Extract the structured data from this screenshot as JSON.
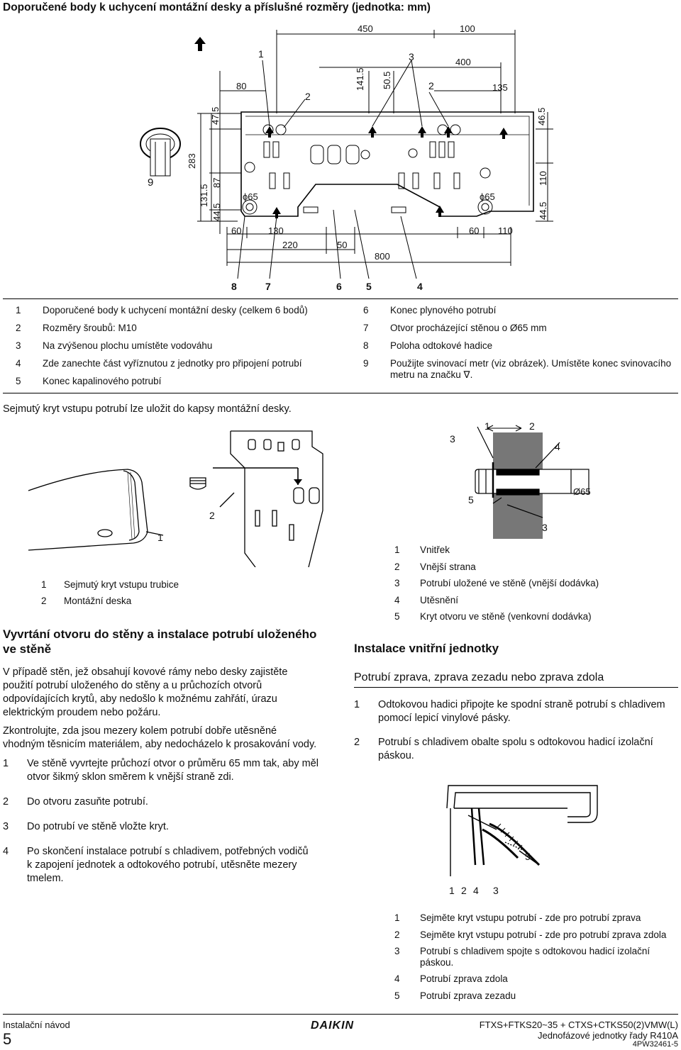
{
  "title": "Doporučené body k uchycení montážní desky a příslušné rozměry (jednotka: mm)",
  "diagram1": {
    "dims_top": [
      "450",
      "100",
      "400",
      "80",
      "141.5",
      "50.5",
      "135",
      "47.5",
      "46.5",
      "283",
      "131.5",
      "87",
      "44.5",
      "110",
      "44.5",
      "60",
      "130",
      "60",
      "110",
      "220",
      "50",
      "800"
    ],
    "phi_left": "ϕ65",
    "phi_right": "ϕ65",
    "callouts_top": [
      "1",
      "2",
      "3",
      "2"
    ],
    "callouts_bottom": [
      "8",
      "7",
      "6",
      "5",
      "4"
    ],
    "label_9": "9"
  },
  "legend1_left": [
    {
      "n": "1",
      "t": "Doporučené body k uchycení montážní desky (celkem 6 bodů)"
    },
    {
      "n": "2",
      "t": "Rozměry šroubů: M10"
    },
    {
      "n": "3",
      "t": "Na zvýšenou plochu umístěte vodováhu"
    },
    {
      "n": "4",
      "t": "Zde zanechte část vyříznutou z jednotky pro připojení potrubí"
    },
    {
      "n": "5",
      "t": "Konec kapalinového potrubí"
    }
  ],
  "legend1_right": [
    {
      "n": "6",
      "t": "Konec plynového potrubí"
    },
    {
      "n": "7",
      "t": "Otvor procházející stěnou o Ø65 mm"
    },
    {
      "n": "8",
      "t": "Poloha odtokové hadice"
    },
    {
      "n": "9",
      "t": "Použijte svinovací metr (viz obrázek). Umístěte konec svinovacího"
    },
    {
      "n": "",
      "t": "metru na značku ∇."
    }
  ],
  "note_cover": "Sejmutý kryt vstupu potrubí lze uložit do kapsy montážní desky.",
  "diagram2": {
    "callout1": "1",
    "callout2": "2"
  },
  "legend2": [
    {
      "n": "1",
      "t": "Sejmutý kryt vstupu trubice"
    },
    {
      "n": "2",
      "t": "Montážní deska"
    }
  ],
  "diagram3": {
    "c1": "1",
    "c2": "2",
    "c3a": "3",
    "c3b": "3",
    "c4": "4",
    "c5": "5",
    "phi": "Ø65"
  },
  "legend3": [
    {
      "n": "1",
      "t": "Vnitřek"
    },
    {
      "n": "2",
      "t": "Vnější strana"
    },
    {
      "n": "3",
      "t": "Potrubí uložené ve stěně (vnější dodávka)"
    },
    {
      "n": "4",
      "t": "Utěsnění"
    },
    {
      "n": "5",
      "t": "Kryt otvoru ve stěně (venkovní dodávka)"
    }
  ],
  "section_drill": {
    "heading_line1": "Vyvrtání otvoru do stěny a instalace potrubí uloženého",
    "heading_line2": "ve stěně",
    "para1_lines": [
      "V případě stěn, jež obsahují kovové rámy nebo desky zajistěte",
      "použití potrubí uloženého do stěny a u průchozích otvorů",
      "odpovídajících krytů, aby nedošlo k možnému zahřátí, úrazu",
      "elektrickým proudem nebo požáru."
    ],
    "para2_lines": [
      "Zkontrolujte, zda jsou mezery kolem potrubí dobře utěsněné",
      "vhodným těsnicím materiálem, aby nedocházelo k prosakování vody."
    ],
    "steps": [
      {
        "n": "1",
        "lines": [
          "Ve stěně vyvrtejte průchozí otvor o průměru 65 mm tak, aby měl",
          "otvor šikmý sklon směrem k vnější straně zdi."
        ]
      },
      {
        "n": "2",
        "lines": [
          "Do otvoru zasuňte potrubí."
        ]
      },
      {
        "n": "3",
        "lines": [
          "Do potrubí ve stěně vložte kryt."
        ]
      },
      {
        "n": "4",
        "lines": [
          "Po skončení instalace potrubí s chladivem, potřebných vodičů",
          "k zapojení jednotek a odtokového potrubí, utěsněte mezery",
          "tmelem."
        ]
      }
    ]
  },
  "section_indoor": {
    "heading": "Instalace vnitřní jednotky",
    "subheading": "Potrubí zprava, zprava zezadu nebo zprava zdola",
    "steps": [
      {
        "n": "1",
        "lines": [
          "Odtokovou hadici připojte ke spodní straně potrubí s chladivem",
          "pomocí lepicí vinylové pásky."
        ]
      },
      {
        "n": "2",
        "lines": [
          "Potrubí s chladivem obalte spolu s odtokovou hadicí izolační",
          "páskou."
        ]
      }
    ]
  },
  "diagram4": {
    "callouts": [
      "1",
      "2",
      "4",
      "3"
    ],
    "c5": "5"
  },
  "legend4": [
    {
      "n": "1",
      "lines": [
        "Sejměte kryt vstupu potrubí - zde pro potrubí zprava"
      ]
    },
    {
      "n": "2",
      "lines": [
        "Sejměte kryt vstupu potrubí - zde pro potrubí zprava zdola"
      ]
    },
    {
      "n": "3",
      "lines": [
        "Potrubí s chladivem spojte s odtokovou hadicí izolační",
        "páskou."
      ]
    },
    {
      "n": "4",
      "lines": [
        "Potrubí zprava zdola"
      ]
    },
    {
      "n": "5",
      "lines": [
        "Potrubí zprava zezadu"
      ]
    }
  ],
  "footer": {
    "left_label": "Instalační návod",
    "page_number": "5",
    "brand": "DAIKIN",
    "model": "FTXS+FTKS20~35 + CTXS+CTKS50(2)VMW(L)",
    "series": "Jednofázové jednotky řady R410A",
    "doc_code": "4PW32461-5"
  }
}
